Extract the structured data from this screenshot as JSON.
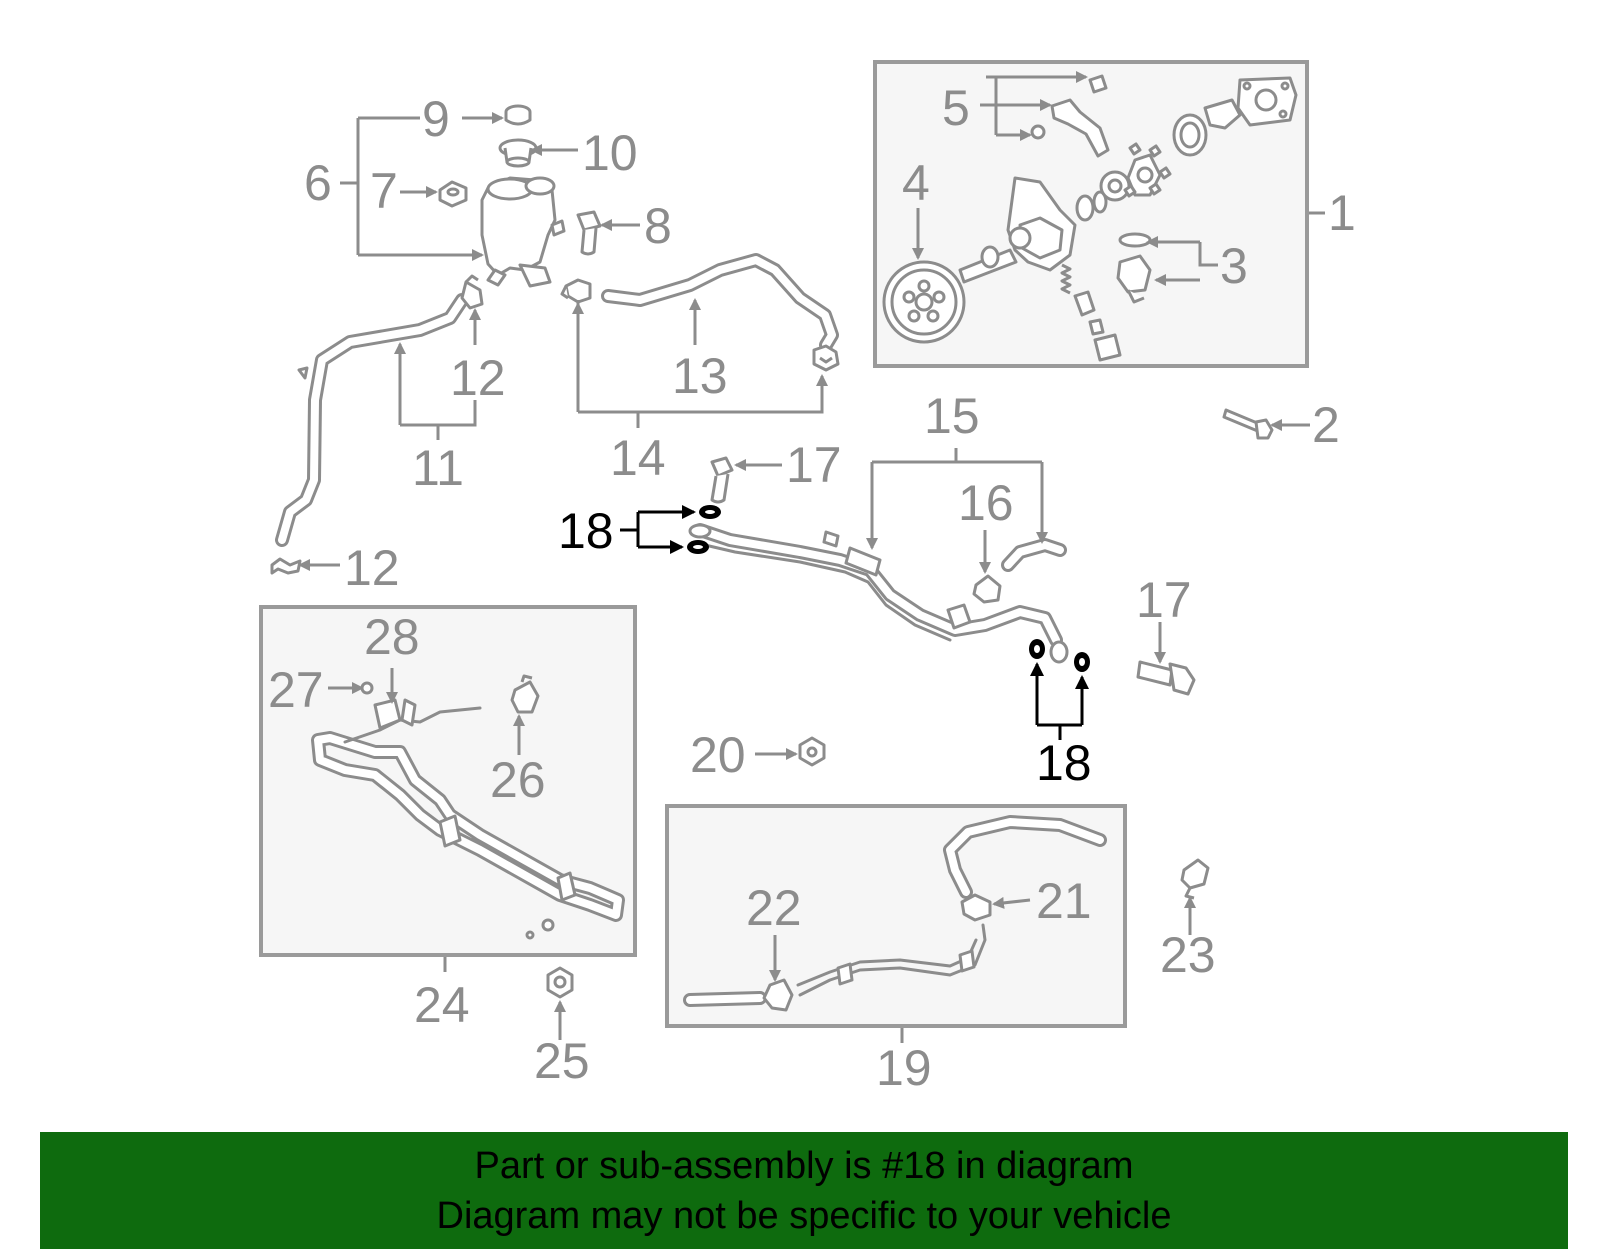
{
  "diagram": {
    "callouts": {
      "c1": "1",
      "c2": "2",
      "c3": "3",
      "c4": "4",
      "c5": "5",
      "c6": "6",
      "c7": "7",
      "c8": "8",
      "c9": "9",
      "c10": "10",
      "c11": "11",
      "c12a": "12",
      "c12b": "12",
      "c13": "13",
      "c14": "14",
      "c15": "15",
      "c16": "16",
      "c17a": "17",
      "c17b": "17",
      "c18a": "18",
      "c18b": "18",
      "c19": "19",
      "c20": "20",
      "c21": "21",
      "c22": "22",
      "c23": "23",
      "c24": "24",
      "c25": "25",
      "c26": "26",
      "c27": "27",
      "c28": "28"
    },
    "colors": {
      "part_stroke": "#8c8c8c",
      "highlight": "#000000",
      "box_fill": "#f6f6f6",
      "banner_bg": "#0e6b0e"
    }
  },
  "banner": {
    "line1": "Part or sub-assembly is #18 in diagram",
    "line2": "Diagram may not be specific to your vehicle"
  }
}
